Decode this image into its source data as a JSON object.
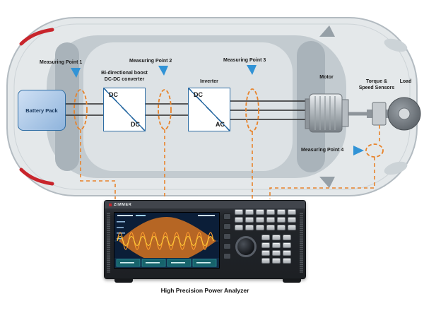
{
  "diagram": {
    "measuring_points": [
      {
        "label": "Measuring Point 1"
      },
      {
        "label": "Measuring Point 2"
      },
      {
        "label": "Measuring Point 3"
      },
      {
        "label": "Measuring Point 4"
      }
    ],
    "battery": {
      "label": "Battery Pack"
    },
    "converter": {
      "title_line1": "Bi-directional boost",
      "title_line2": "DC-DC converter",
      "input_label": "DC",
      "output_label": "DC"
    },
    "inverter": {
      "title": "Inverter",
      "input_label": "DC",
      "output_label": "AC"
    },
    "motor": {
      "label": "Motor"
    },
    "sensors": {
      "title_line1": "Torque &",
      "title_line2": "Speed Sensors"
    },
    "load": {
      "label": "Load"
    }
  },
  "analyzer": {
    "brand": "ZIMMER",
    "caption": "High Precision Power Analyzer"
  },
  "colors": {
    "measurement_orange": "#E8832A",
    "pointer_blue": "#3193D6",
    "component_border_blue": "#2E6DA4",
    "battery_fill": "#A9C7E9",
    "screen_background": "#0B1E38",
    "waveform_orange": "#FF9D2E",
    "waveform_yellow": "#FFD23A"
  }
}
